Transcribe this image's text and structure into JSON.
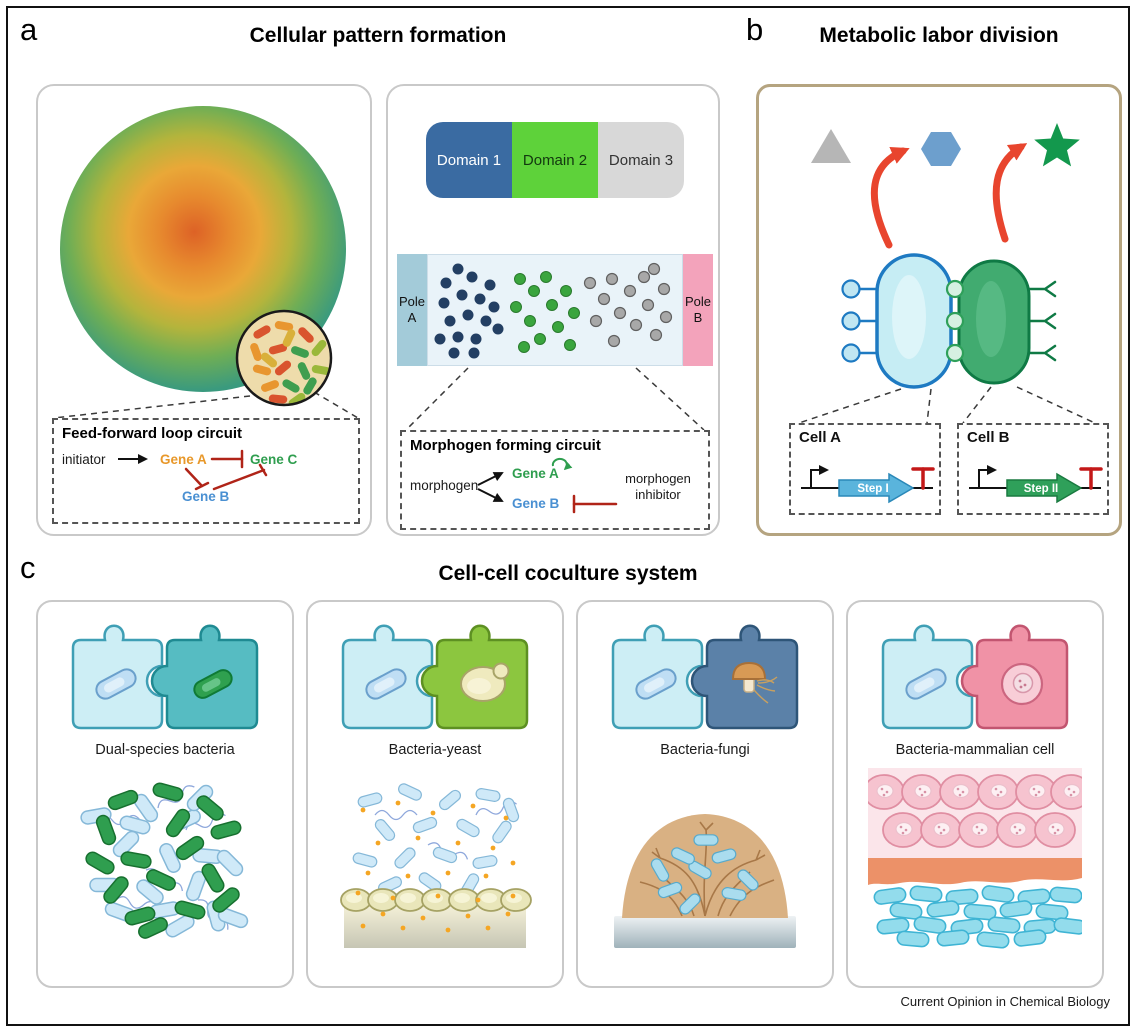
{
  "figure": {
    "frame_label_a": "a",
    "frame_label_b": "b",
    "frame_label_c": "c",
    "footer": "Current Opinion in Chemical Biology"
  },
  "panel_a": {
    "title": "Cellular pattern formation",
    "ffl": {
      "title": "Feed-forward loop circuit",
      "initiator_label": "initiator",
      "gene_a": "Gene A",
      "gene_b": "Gene B",
      "gene_c": "Gene C"
    },
    "domains": {
      "d1": "Domain 1",
      "d2": "Domain 2",
      "d3": "Domain 3"
    },
    "poles": {
      "a_word": "Pole",
      "a_letter": "A",
      "b_word": "Pole",
      "b_letter": "B"
    },
    "morphogen": {
      "title": "Morphogen forming circuit",
      "morphogen_label": "morphogen",
      "gene_a": "Gene A",
      "gene_b": "Gene B",
      "inhibitor_word1": "morphogen",
      "inhibitor_word2": "inhibitor"
    }
  },
  "panel_b": {
    "title": "Metabolic labor division",
    "cell_a_label": "Cell A",
    "cell_b_label": "Cell B",
    "step1_label": "Step I",
    "step2_label": "Step II",
    "icons": {
      "substrate": "gray-triangle",
      "intermediate": "blue-hexagon",
      "product": "green-star",
      "conversion": "red-curved-arrow"
    }
  },
  "panel_c": {
    "title": "Cell-cell coculture system",
    "cards": [
      {
        "label": "Dual-species bacteria"
      },
      {
        "label": "Bacteria-yeast"
      },
      {
        "label": "Bacteria-fungi"
      },
      {
        "label": "Bacteria-mammalian cell"
      }
    ]
  },
  "colors": {
    "colony_center": "#dd6226",
    "colony_edge": "#27897f",
    "domain1": "#3a6ba2",
    "domain2": "#5ed23a",
    "domain3": "#d8d8d8",
    "pole_a": "#a3cbd9",
    "pole_b": "#f3a3bb",
    "inhibition_red": "#b02418",
    "gene_a_orange": "#e8982a",
    "gene_b_blue": "#4a90d2",
    "gene_c_green": "#2f9e4f",
    "cell_a_fill": "#c6edf4",
    "cell_a_stroke": "#1e7ac2",
    "cell_b_fill": "#41ab70",
    "cell_b_stroke": "#0f7a45",
    "flux_arrow_red": "#e8452e",
    "panel_b_border": "#b5a480"
  }
}
